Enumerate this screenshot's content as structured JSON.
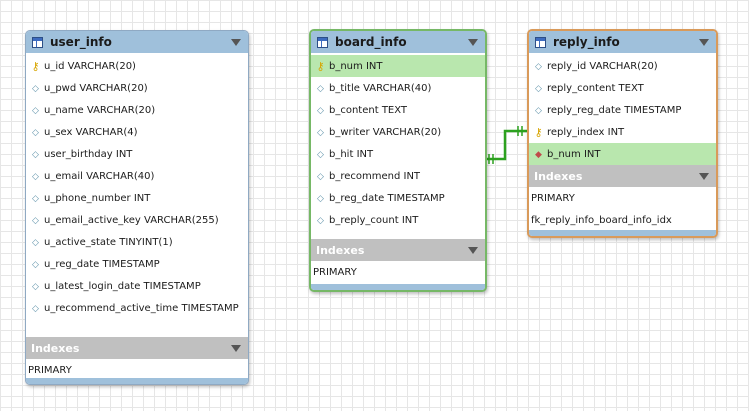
{
  "tables": {
    "user_info": {
      "name": "user_info",
      "columns": [
        {
          "icon": "key",
          "label": "u_id VARCHAR(20)"
        },
        {
          "icon": "diamond",
          "label": "u_pwd VARCHAR(20)"
        },
        {
          "icon": "diamond",
          "label": "u_name VARCHAR(20)"
        },
        {
          "icon": "diamond",
          "label": "u_sex VARCHAR(4)"
        },
        {
          "icon": "diamond",
          "label": "user_birthday INT"
        },
        {
          "icon": "diamond",
          "label": "u_email VARCHAR(40)"
        },
        {
          "icon": "diamond",
          "label": "u_phone_number INT"
        },
        {
          "icon": "diamond",
          "label": "u_email_active_key VARCHAR(255)"
        },
        {
          "icon": "diamond",
          "label": "u_active_state TINYINT(1)"
        },
        {
          "icon": "diamond",
          "label": "u_reg_date TIMESTAMP"
        },
        {
          "icon": "diamond",
          "label": "u_latest_login_date TIMESTAMP"
        },
        {
          "icon": "diamond",
          "label": "u_recommend_active_time TIMESTAMP"
        }
      ],
      "indexes_label": "Indexes",
      "indexes": [
        "PRIMARY"
      ]
    },
    "board_info": {
      "name": "board_info",
      "columns": [
        {
          "icon": "key",
          "label": "b_num INT"
        },
        {
          "icon": "diamond",
          "label": "b_title VARCHAR(40)"
        },
        {
          "icon": "diamond",
          "label": "b_content TEXT"
        },
        {
          "icon": "diamond",
          "label": "b_writer VARCHAR(20)"
        },
        {
          "icon": "diamond",
          "label": "b_hit INT"
        },
        {
          "icon": "diamond",
          "label": "b_recommend INT"
        },
        {
          "icon": "diamond",
          "label": "b_reg_date TIMESTAMP"
        },
        {
          "icon": "diamond",
          "label": "b_reply_count INT"
        }
      ],
      "indexes_label": "Indexes",
      "indexes": [
        "PRIMARY"
      ]
    },
    "reply_info": {
      "name": "reply_info",
      "columns": [
        {
          "icon": "diamond",
          "label": "reply_id VARCHAR(20)"
        },
        {
          "icon": "diamond",
          "label": "reply_content TEXT"
        },
        {
          "icon": "diamond",
          "label": "reply_reg_date TIMESTAMP"
        },
        {
          "icon": "key",
          "label": "reply_index INT"
        },
        {
          "icon": "fk",
          "label": "b_num INT"
        }
      ],
      "indexes_label": "Indexes",
      "indexes": [
        "PRIMARY",
        "fk_reply_info_board_info_idx"
      ]
    }
  },
  "relationship": {
    "from": "board_info.b_num",
    "to": "reply_info.b_num",
    "color": "#2ca11f"
  },
  "colors": {
    "header": "#9fc0db",
    "highlight": "#b9e7ae",
    "selected_green": "#76b866",
    "selected_orange": "#d99a5a",
    "index_header": "#c0c0c0"
  }
}
